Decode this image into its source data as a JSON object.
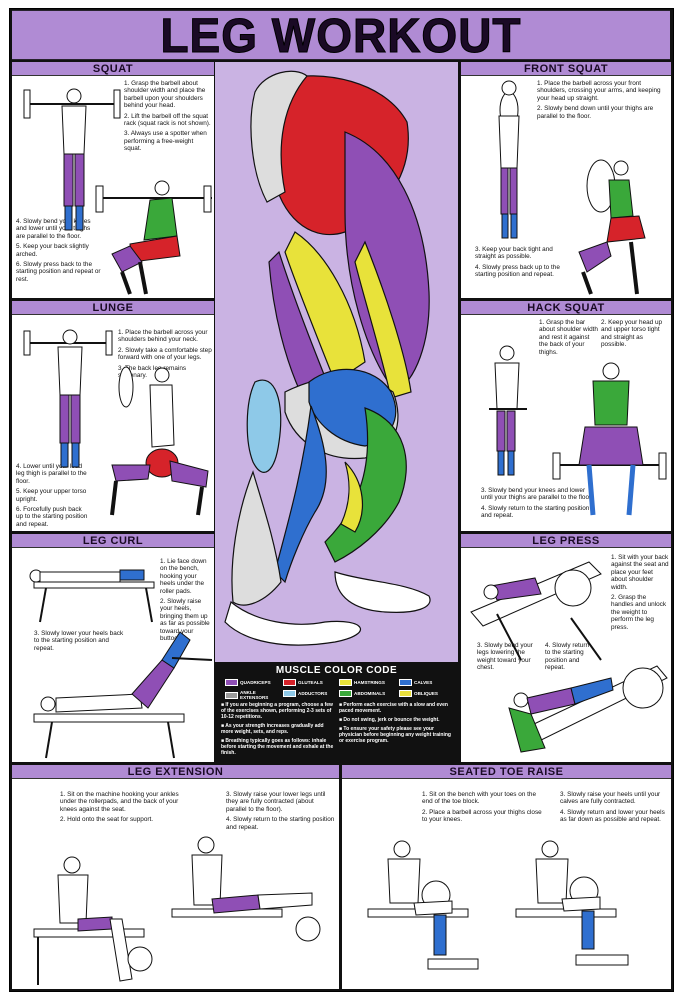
{
  "title": "LEG WORKOUT",
  "colors": {
    "accent": "#b08bd4",
    "quadriceps": "#8f4fb5",
    "glutes": "#d6232a",
    "hamstrings": "#e8e23a",
    "calves": "#2f6fcf",
    "ankle_extensors": "#9a9a9a",
    "adductors": "#8ec9e8",
    "abdominals": "#3aa83a",
    "obliques": "#e9df3c"
  },
  "squat": {
    "heading": "SQUAT",
    "steps": [
      "1. Grasp the barbell about shoulder width and place the barbell upon your shoulders behind your head.",
      "2. Lift the barbell off the squat rack (squat rack is not shown).",
      "3. Always use a spotter when performing a free-weight squat."
    ],
    "steps2": [
      "4. Slowly bend your knees and lower until your thighs are parallel to the floor.",
      "5. Keep your back slightly arched.",
      "6. Slowly press back to the starting position and repeat or rest."
    ]
  },
  "front_squat": {
    "heading": "FRONT SQUAT",
    "steps": [
      "1. Place the barbell across your front shoulders, crossing your arms, and keeping your head up straight.",
      "2. Slowly bend down until your thighs are parallel to the floor."
    ],
    "steps2": [
      "3. Keep your back tight and straight as possible.",
      "4. Slowly press back up to the starting position and repeat."
    ]
  },
  "lunge": {
    "heading": "LUNGE",
    "steps": [
      "1. Place the barbell across your shoulders behind your neck.",
      "2. Slowly take a comfortable step forward with one of your legs.",
      "3. The back leg remains stationary."
    ],
    "steps2": [
      "4. Lower until your lead leg thigh is parallel to the floor.",
      "5. Keep your upper torso upright.",
      "6. Forcefully push back up to the starting position and repeat."
    ]
  },
  "hack_squat": {
    "heading": "HACK SQUAT",
    "steps": [
      "1. Grasp the bar about shoulder width and rest it against the back of your thighs."
    ],
    "steps_b": [
      "2. Keep your head up and upper torso tight and straight as possible."
    ],
    "steps2": [
      "3. Slowly bend your knees and lower until your thighs are parallel to the floor.",
      "4. Slowly return to the starting position and repeat."
    ]
  },
  "leg_curl": {
    "heading": "LEG CURL",
    "steps": [
      "1. Lie face down on the bench, hooking your heels under the roller pads.",
      "2. Slowly raise your heels, bringing them up as far as possible toward your buttocks."
    ],
    "steps2": [
      "3. Slowly lower your heels back to the starting position and repeat."
    ]
  },
  "leg_press": {
    "heading": "LEG PRESS",
    "steps": [
      "1. Sit with your back against the seat and place your feet about shoulder width.",
      "2. Grasp the handles and unlock the weight to perform the leg press."
    ],
    "steps2": [
      "3. Slowly bend your legs lowering the weight toward your chest."
    ],
    "steps3": [
      "4. Slowly return to the starting position and repeat."
    ]
  },
  "muscle_code": {
    "heading": "MUSCLE COLOR CODE",
    "items": [
      "QUADRICEPS",
      "GLUTEALS",
      "HAMSTRINGS",
      "CALVES",
      "ANKLE EXTENSORS",
      "ADDUCTORS",
      "ABDOMINALS",
      "OBLIQUES"
    ],
    "tips_left": [
      "■ If you are beginning a program, choose a few of the exercises shown, performing 2-3 sets of 10-12 repetitions.",
      "■ As your strength increases gradually add more weight, sets, and reps.",
      "■ Breathing typically goes as follows: inhale before starting the movement and exhale at the finish."
    ],
    "tips_right": [
      "■ Perform each exercise with a slow and even paced movement.",
      "■ Do not swing, jerk or bounce the weight.",
      "■ To ensure your safety please see your physician before beginning any weight training or exercise program."
    ]
  },
  "leg_extension": {
    "heading": "LEG EXTENSION",
    "steps": [
      "1. Sit on the machine hooking your ankles under the rollerpads, and the back of your knees against the seat.",
      "2. Hold onto the seat for support."
    ],
    "steps_b": [
      "3. Slowly raise your lower legs until they are fully contracted (about parallel to the floor).",
      "4. Slowly return to the starting position and repeat."
    ]
  },
  "seated_toe_raise": {
    "heading": "SEATED TOE RAISE",
    "steps": [
      "1. Sit on the bench with your toes on the end of the toe block.",
      "2. Place a barbell across your thighs close to your knees."
    ],
    "steps_b": [
      "3. Slowly raise your heels until your calves are fully contracted.",
      "4. Slowly return and lower your heels as far down as possible and repeat."
    ]
  }
}
